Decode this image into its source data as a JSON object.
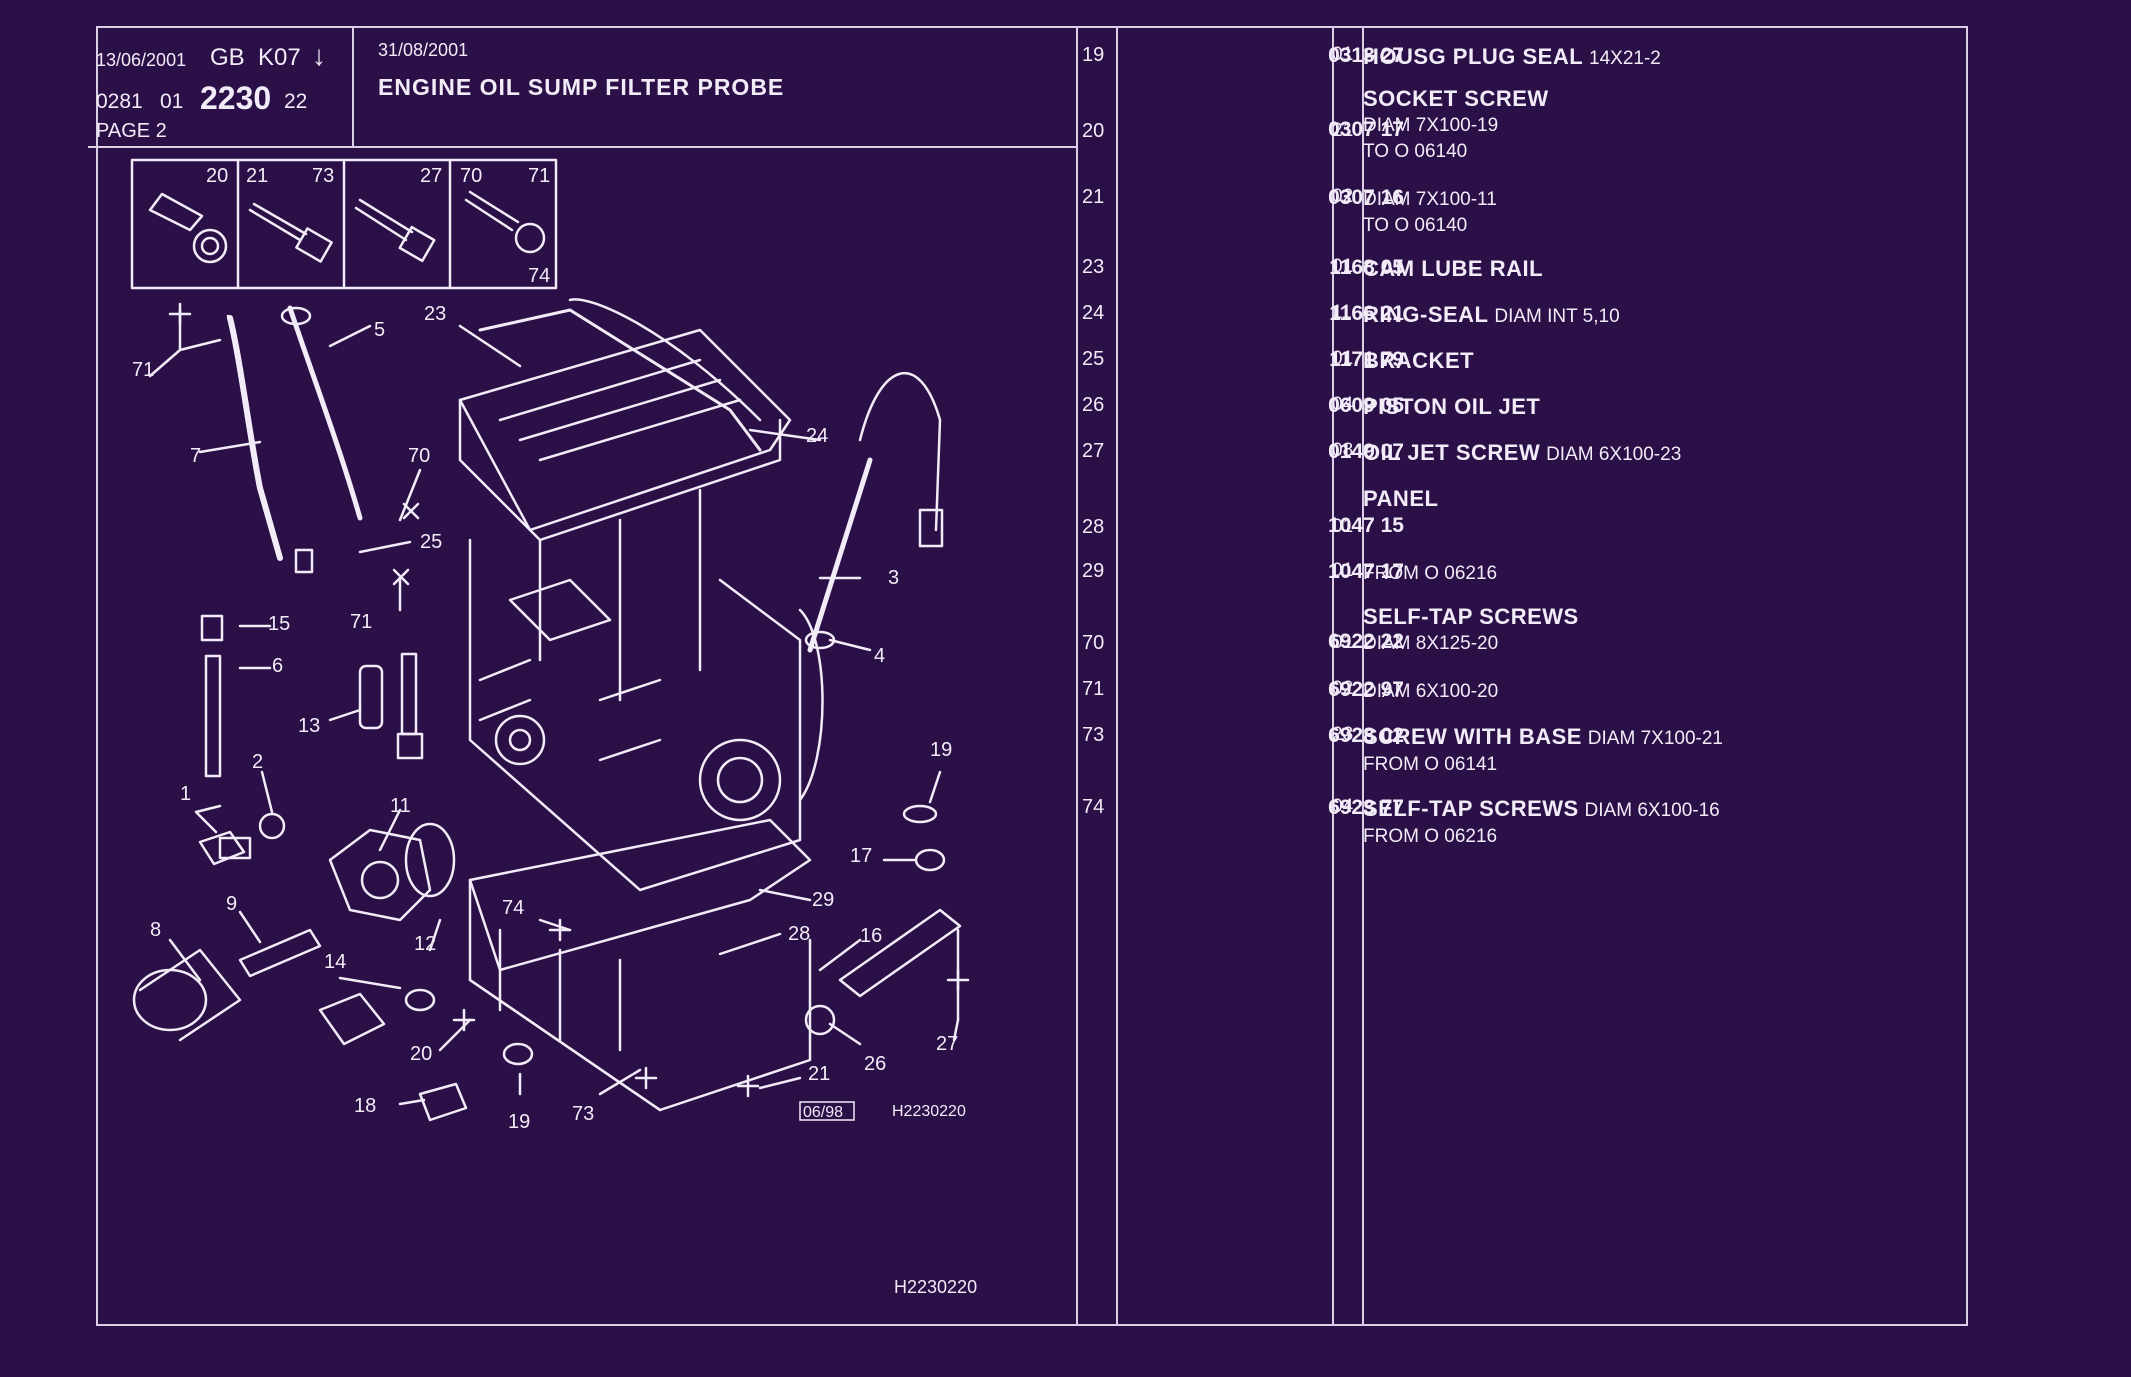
{
  "header": {
    "date1": "13/06/2001",
    "gb": "GB",
    "k07": "K07",
    "arrow": "↓",
    "code1": "0281",
    "code2": "01",
    "code3": "2230",
    "code4": "22",
    "page": "PAGE 2",
    "date2": "31/08/2001",
    "title": "ENGINE OIL SUMP FILTER PROBE"
  },
  "diagram": {
    "inset_labels": [
      "20",
      "21",
      "73",
      "27",
      "70",
      "71",
      "74"
    ],
    "callouts": [
      "71",
      "5",
      "23",
      "7",
      "70",
      "24",
      "25",
      "71",
      "15",
      "6",
      "3",
      "4",
      "13",
      "1",
      "2",
      "11",
      "19",
      "17",
      "29",
      "8",
      "9",
      "12",
      "74",
      "28",
      "16",
      "14",
      "20",
      "18",
      "19",
      "73",
      "21",
      "26",
      "27"
    ],
    "stamp": "06/98",
    "ref_code": "H2230220"
  },
  "parts": [
    {
      "ref": "19",
      "code": "0313 27",
      "qty": "01",
      "name": "HOUSG PLUG SEAL",
      "spec": "14X21-2",
      "lines": []
    },
    {
      "ref": "20",
      "code": "0307 17",
      "qty": "21",
      "group": "SOCKET SCREW",
      "name": "",
      "spec": "",
      "lines": [
        "DIAM 7X100-19",
        "TO  O  06140"
      ]
    },
    {
      "ref": "21",
      "code": "0307 16",
      "qty": "02",
      "name": "",
      "spec": "",
      "lines": [
        "DIAM 7X100-11",
        "TO  O  06140"
      ]
    },
    {
      "ref": "23",
      "code": "1168 05",
      "qty": "01",
      "name": "CAM LUBE RAIL",
      "spec": "",
      "lines": []
    },
    {
      "ref": "24",
      "code": "1166 21",
      "qty": "11",
      "name": "RING-SEAL",
      "spec": "DIAM INT 5,10",
      "lines": []
    },
    {
      "ref": "25",
      "code": "1171 79",
      "qty": "01",
      "name": "BRACKET",
      "spec": "",
      "lines": []
    },
    {
      "ref": "26",
      "code": "0609 05",
      "qty": "04",
      "name": "PISTON OIL JET",
      "spec": "",
      "lines": []
    },
    {
      "ref": "27",
      "code": "0149 07",
      "qty": "08",
      "name": "OIL JET SCREW",
      "spec": "DIAM 6X100-23",
      "lines": []
    },
    {
      "ref": "28",
      "code": "1047 15",
      "qty": "01",
      "group": "PANEL",
      "name": "",
      "spec": "",
      "lines": []
    },
    {
      "ref": "29",
      "code": "1047 17",
      "qty": "01",
      "name": "",
      "spec": "",
      "lines": [
        "FROM  O  06216"
      ]
    },
    {
      "ref": "70",
      "code": "6922 22",
      "qty": "01",
      "group": "SELF-TAP SCREWS",
      "name": "",
      "spec": "",
      "lines": [
        "DIAM 8X125-20"
      ]
    },
    {
      "ref": "71",
      "code": "6922 97",
      "qty": "02",
      "name": "",
      "spec": "",
      "lines": [
        "DIAM 6X100-20"
      ]
    },
    {
      "ref": "73",
      "code": "6928 02",
      "qty": "23",
      "name": "SCREW WITH BASE",
      "spec": "DIAM 7X100-21",
      "lines": [
        "FROM  O  06141"
      ]
    },
    {
      "ref": "74",
      "code": "6923 77",
      "qty": "04",
      "name": "SELF-TAP SCREWS",
      "spec": "DIAM 6X100-16",
      "lines": [
        "FROM  O  06216"
      ]
    }
  ],
  "footer": {
    "ref_code": "H2230220"
  }
}
